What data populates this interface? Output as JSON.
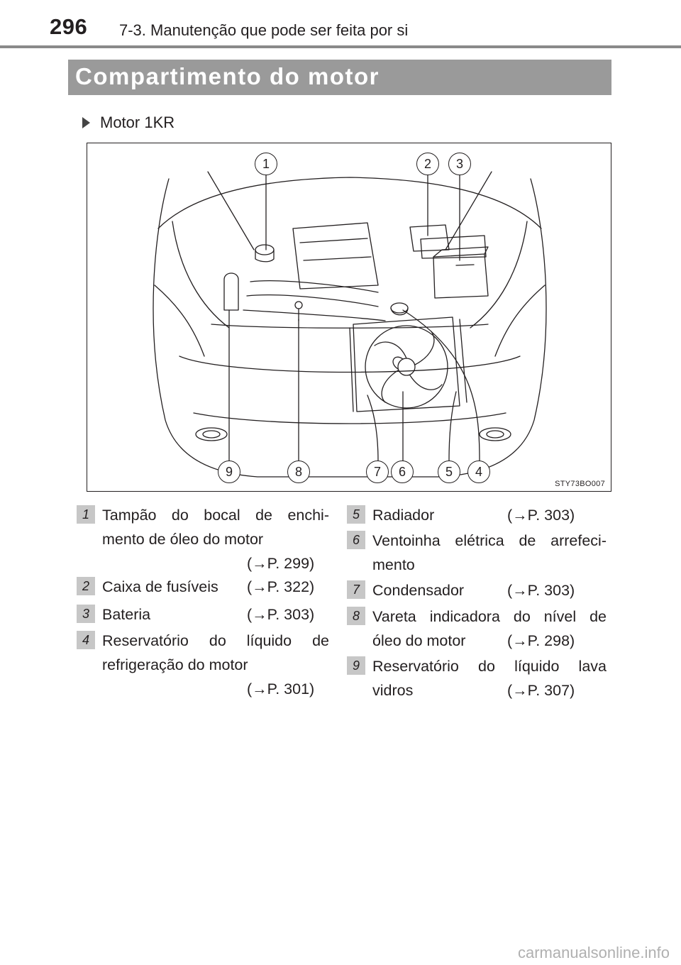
{
  "header": {
    "page_number": "296",
    "section": "7-3. Manutenção que pode ser feita por si"
  },
  "banner": {
    "title": "Compartimento do motor"
  },
  "subheading": "Motor 1KR",
  "figure": {
    "code": "STY73BO007",
    "callouts": [
      "1",
      "2",
      "3",
      "4",
      "5",
      "6",
      "7",
      "8",
      "9"
    ]
  },
  "legend": [
    {
      "num": "1",
      "lines": [
        "Tampão do bocal de enchi-",
        "mento de óleo do motor"
      ],
      "ref": "(→P. 299)"
    },
    {
      "num": "2",
      "lines": [
        "Caixa de fusíveis"
      ],
      "ref": "(→P. 322)"
    },
    {
      "num": "3",
      "lines": [
        "Bateria"
      ],
      "ref": "(→P. 303)"
    },
    {
      "num": "4",
      "lines": [
        "Reservatório do líquido de",
        "refrigeração do motor"
      ],
      "ref": "(→P. 301)"
    },
    {
      "num": "5",
      "lines": [
        "Radiador"
      ],
      "ref": "(→P. 303)"
    },
    {
      "num": "6",
      "lines": [
        "Ventoinha elétrica de arrefeci-",
        "mento"
      ],
      "ref": ""
    },
    {
      "num": "7",
      "lines": [
        "Condensador"
      ],
      "ref": "(→P. 303)"
    },
    {
      "num": "8",
      "lines": [
        "Vareta indicadora do nível de",
        "óleo do motor"
      ],
      "ref": "(→P. 298)"
    },
    {
      "num": "9",
      "lines": [
        "Reservatório do líquido lava",
        "vidros"
      ],
      "ref": "(→P. 307)"
    }
  ],
  "watermark": "carmanualsonline.info"
}
